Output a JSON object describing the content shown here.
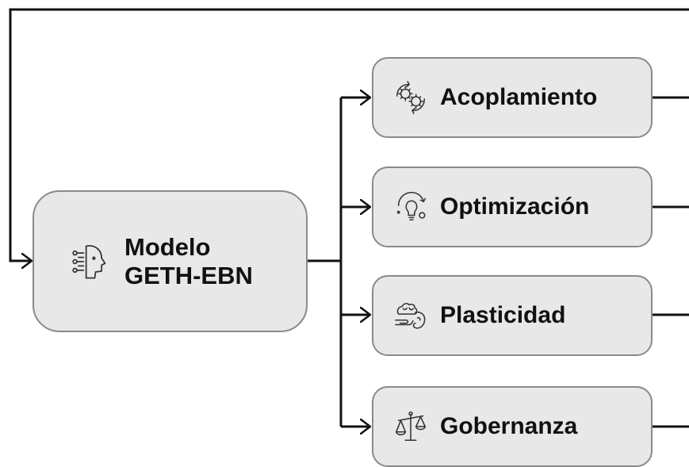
{
  "diagram": {
    "main_node": {
      "label_line1": "Modelo",
      "label_line2": "GETH-EBN",
      "icon": "ai-head-circuit-icon"
    },
    "branches": [
      {
        "label": "Acoplamiento",
        "icon": "gears-coupling-icon"
      },
      {
        "label": "Optimización",
        "icon": "lightbulb-cycle-icon"
      },
      {
        "label": "Plasticidad",
        "icon": "brain-hand-icon"
      },
      {
        "label": "Gobernanza",
        "icon": "balance-scale-icon"
      }
    ],
    "colors": {
      "node_fill": "#e8e8e8",
      "node_border": "#8a8a8a",
      "connector": "#111111",
      "text": "#111111"
    }
  }
}
